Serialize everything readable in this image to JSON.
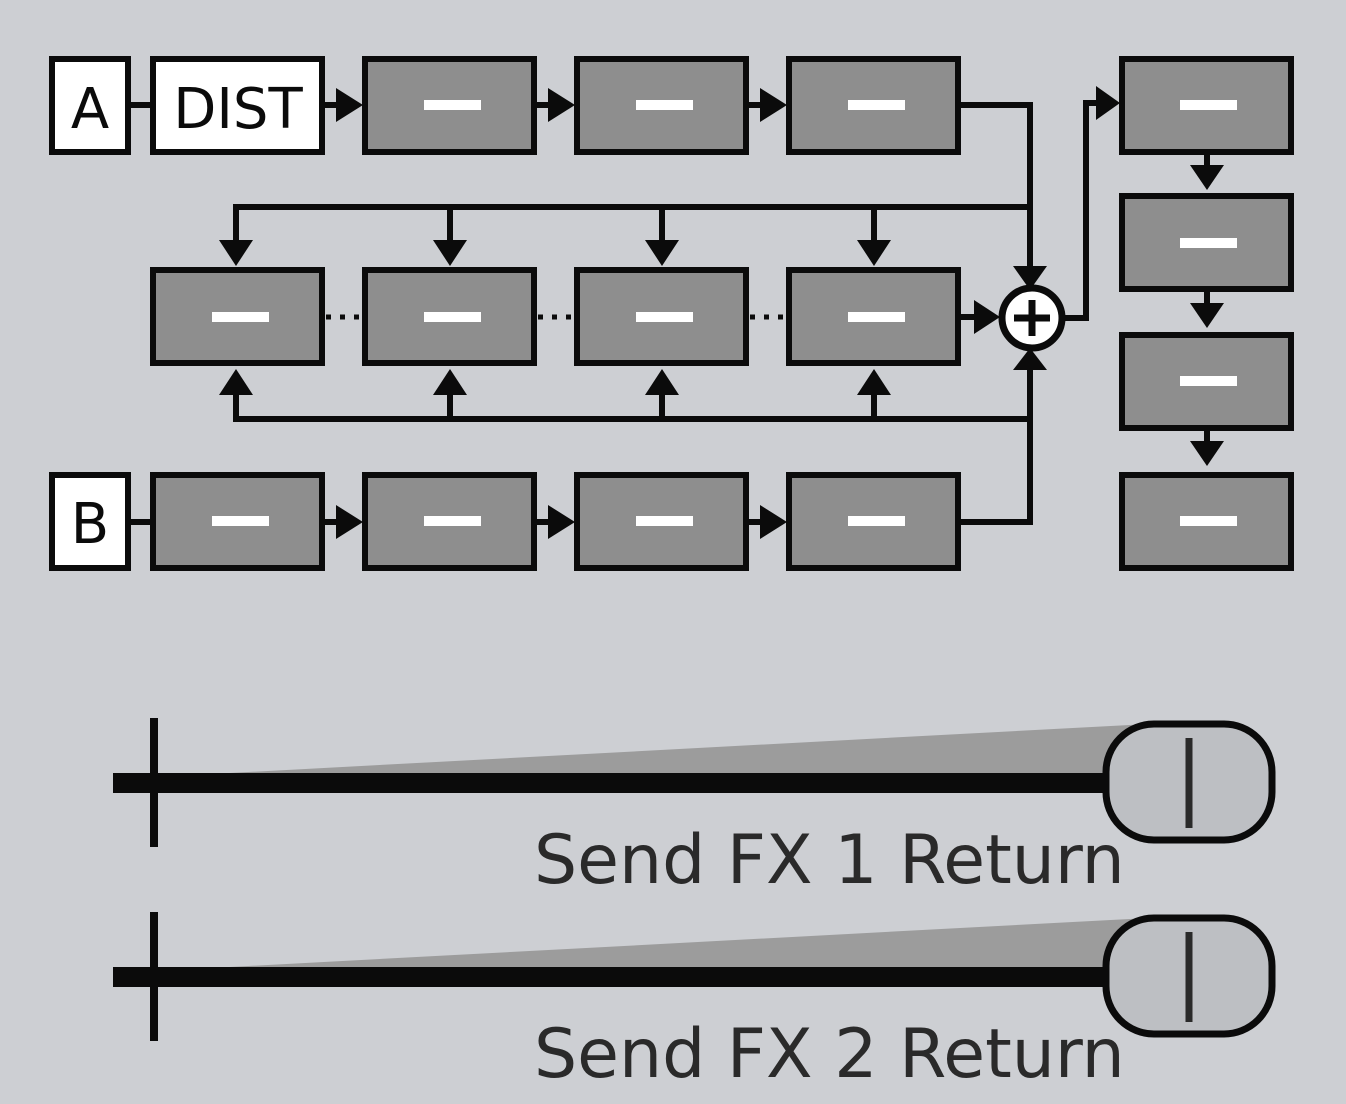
{
  "signal_chain": {
    "input_a_label": "A",
    "input_b_label": "B",
    "dist_label": "DIST",
    "empty_slot_glyph": "—",
    "sum_icon": "sum-plus-icon",
    "row_a_slots": [
      {
        "state": "empty"
      },
      {
        "state": "empty"
      },
      {
        "state": "empty"
      }
    ],
    "parallel_slots": [
      {
        "state": "empty"
      },
      {
        "state": "empty"
      },
      {
        "state": "empty"
      },
      {
        "state": "empty"
      }
    ],
    "row_b_slots": [
      {
        "state": "empty"
      },
      {
        "state": "empty"
      },
      {
        "state": "empty"
      },
      {
        "state": "empty"
      }
    ],
    "output_slots": [
      {
        "state": "empty"
      },
      {
        "state": "empty"
      },
      {
        "state": "empty"
      },
      {
        "state": "empty"
      }
    ]
  },
  "faders": [
    {
      "label": "Send FX 1 Return",
      "level": 1.0
    },
    {
      "label": "Send FX 2 Return",
      "level": 1.0
    }
  ],
  "colors": {
    "background": "#cdcfd3",
    "slot_fill": "#8e8e8e",
    "outline": "#0b0b0b",
    "knob_fill": "#bdbfc3",
    "ramp_fill": "#9c9c9c"
  }
}
